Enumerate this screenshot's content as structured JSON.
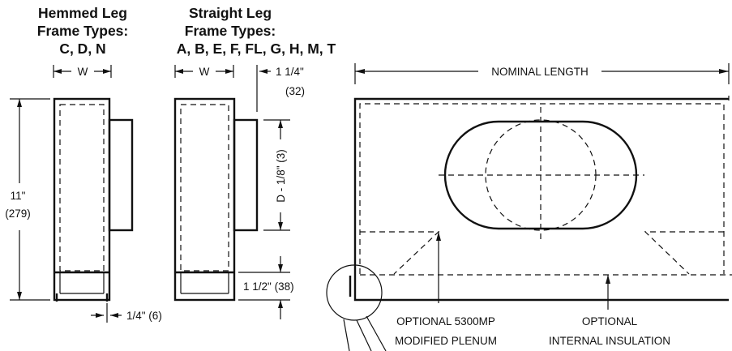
{
  "hemmed": {
    "title_line1": "Hemmed Leg",
    "title_line2": "Frame Types:",
    "types": "C, D, N",
    "width_label": "W"
  },
  "straight": {
    "title_line1": "Straight Leg",
    "title_line2": "Frame Types:",
    "types": "A, B, E, F, FL, G, H, M, T",
    "width_label": "W"
  },
  "dims": {
    "height_in": "11\"",
    "height_mm": "(279)",
    "collar_in": "1 1/4\"",
    "collar_mm": "(32)",
    "depth": "D - 1/8\" (3)",
    "bottom_leg": "1 1/2\" (38)",
    "hem": "1/4\" (6)",
    "nominal_length": "NOMINAL LENGTH"
  },
  "callouts": {
    "plenum_line1": "OPTIONAL 5300MP",
    "plenum_line2": "MODIFIED PLENUM",
    "insulation_line1": "OPTIONAL",
    "insulation_line2": "INTERNAL INSULATION"
  }
}
